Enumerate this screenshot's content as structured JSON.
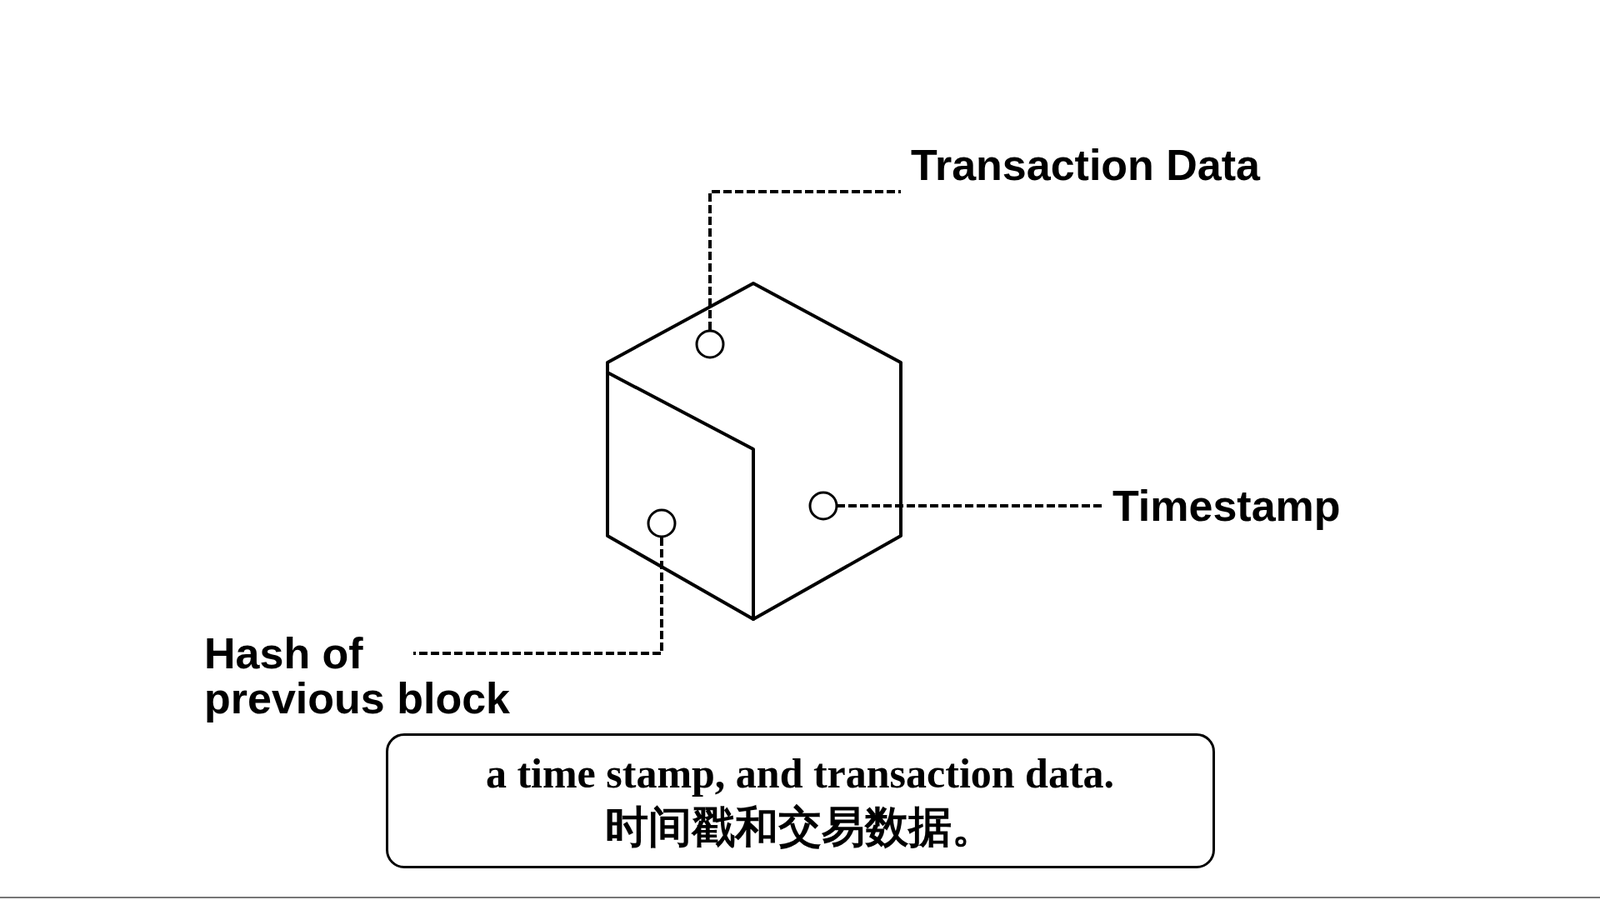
{
  "diagram": {
    "nodes": [
      {
        "text": [
          "a time stamp, and transaction data.",
          "时间戳和交易数据。"
        ]
      }
    ],
    "labels": [
      "Transaction Data",
      "Timestamp",
      "Hash of previous block"
    ]
  }
}
